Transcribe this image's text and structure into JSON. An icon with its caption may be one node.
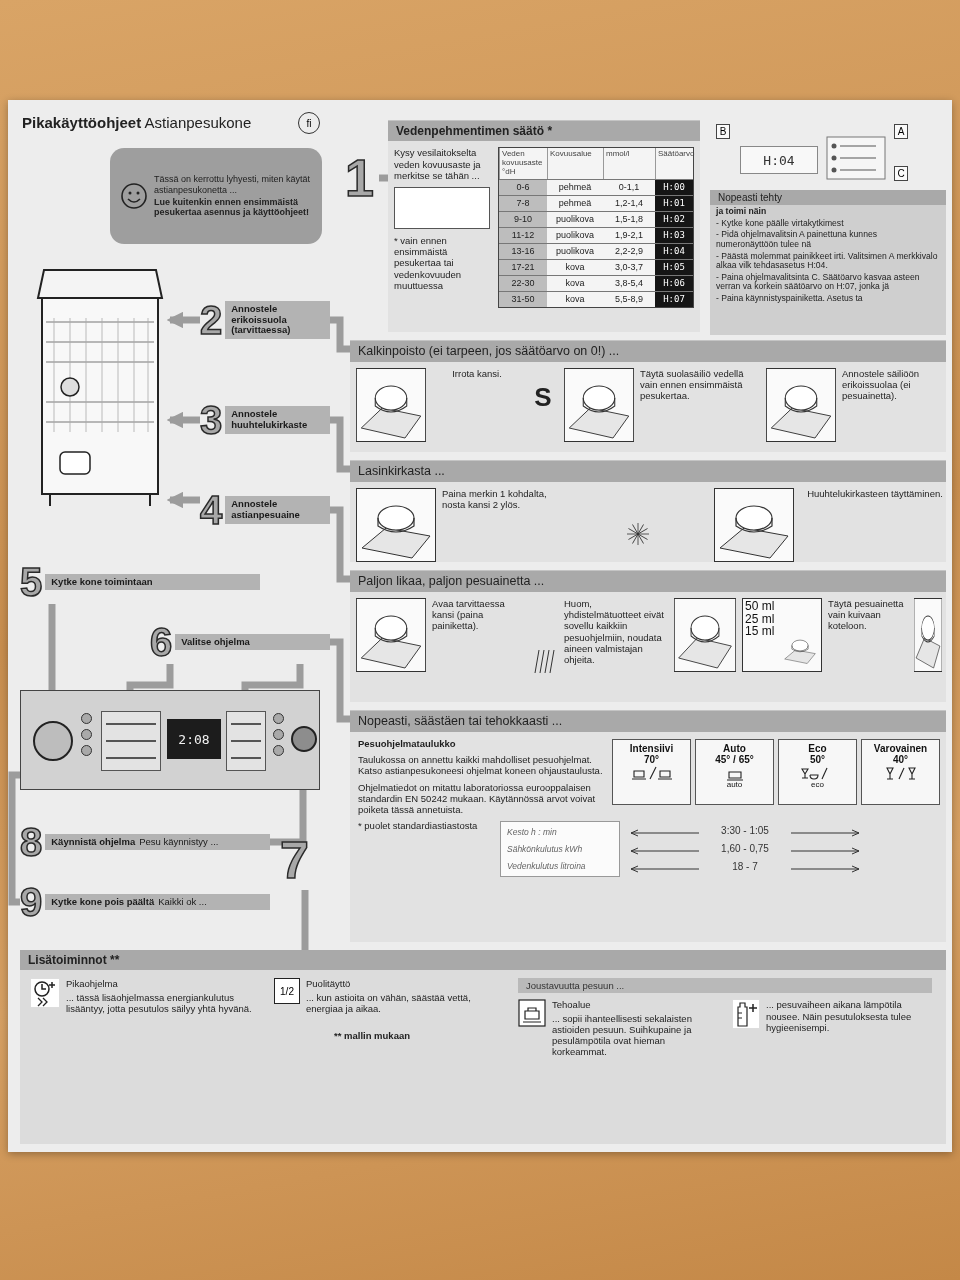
{
  "diagram": {
    "title": "**Pikakäyttöohjeet** Astianpesukone",
    "nodes": [
      {
        "text": [
          "Tässä on kerrottu lyhyesti, miten käytät astianpesukonetta ...",
          "Lue kuitenkin ennen ensimmäistä pesukertaa asennus ja käyttöohjeet!"
        ]
      },
      {
        "text": [],
        "shape": "picture"
      },
      {
        "text": [
          "2",
          "Annostele erikoissuola (tarvittaessa)"
        ]
      },
      {
        "text": [
          "3",
          "Annostele huuhtelukirkaste"
        ]
      },
      {
        "text": [
          "4",
          "Annostele astianpesuaine"
        ]
      },
      {
        "text": [
          "5",
          "Kytke kone toimintaan"
        ]
      },
      {
        "text": [
          "6",
          "Valitse ohjelma"
        ]
      },
      {
        "text": [],
        "shape": "picture"
      },
      {
        "text": [],
        "shape": "circle",
        "in": 7
      },
      {
        "text": [],
        "shape": "box",
        "in": 7
      },
      {
        "text": [],
        "shape": "box",
        "in": 7
      },
      {
        "text": [],
        "shape": "circle",
        "in": 7
      },
      {
        "text": [
          "8",
          "Käynnistä ohjelma",
          "Pesu käynnistyy ..."
        ]
      },
      {
        "text": [
          "9",
          "Kytke kone pois päältä",
          "Kaikki ok ..."
        ]
      },
      {
        "text": [
          "7"
        ]
      },
      {
        "text": [
          "1"
        ]
      },
      {
        "text": [
          "Vedenpehmentimen säätö *",
          "Kysy vesilaitokselta veden kovuusaste ja merkitse se tähän ...",
          "* vain ennen ensimmäistä pesukertaa tai vedenkovuuden muuttuessa"
        ]
      },
      {
        "text": [
          "Nopeasti tehty",
          "ja toimi näin",
          "- Kytke kone päälle virtakytkimest",
          "- Pidä ohjelmavalitsin A painettuna kunnes numeronäyttöön tulee nä",
          "- Päästä molemmat painikkeet irti. Valitsimen A merkkivalo alkaa vilk tehdasasetus H:04.",
          "- Paina ohjelmavalitsinta C. Säätöarvo kasvaa asteen verran va korkein säätöarvo on H:07, jonka jä",
          "- Paina käynnistyspainiketta. Asetus ta"
        ]
      },
      {
        "text": [
          "Kalkinpoisto (ei tarpeen, jos säätöarvo on 0!) ...",
          "Irrota kansi.",
          "Täytä suolasäiliö vedellä vain ennen ensimmäistä pesukertaa.",
          "Annostele säiliöön erikoissuolaa (ei pesuainetta)."
        ]
      },
      {
        "text": [
          "Lasinkirkasta ...",
          "Paina merkin 1 kohdalta, nosta kansi 2 ylös.",
          "Huuhtelukirkasteen täyttäminen."
        ]
      },
      {
        "text": [
          "Paljon likaa, paljon pesuainetta ...",
          "Avaa tarvittaessa kansi (paina painiketta).",
          "Huom, yhdistelmätuotteet eivät sovellu kaikkiin pesuohjelmiin, noudata aineen valmistajan ohjeita.",
          "Täytä pesuainetta vain kuivaan koteloon."
        ]
      },
      {
        "text": [
          "Nopeasti, säästäen tai tehokkaasti ...",
          "Pesuohjelmataulukko",
          "Taulukossa on annettu kaikki mahdolliset pesuohjelmat. Katso astianpesukoneesi ohjelmat koneen ohjaustaulusta.",
          "Ohjelmatiedot on mitattu laboratoriossa eurooppalaisen standardin EN 50242 mukaan. Käytännössä arvot voivat poiketa tässä annetuista.",
          "* puolet standardiastiastosta"
        ]
      },
      {
        "text": [
          "Intensiivi",
          "70°"
        ],
        "in": 21
      },
      {
        "text": [
          "Auto",
          "45° / 65°",
          "auto"
        ],
        "in": 21
      },
      {
        "text": [
          "Eco",
          "50°",
          "eco"
        ],
        "in": 21
      },
      {
        "text": [
          "Varovainen",
          "40°"
        ],
        "in": 21
      },
      {
        "text": [
          "Lisätoiminnot **",
          "Pikaohjelma",
          "... tässä lisäohjelmassa energiankulutus lisääntyy, jotta pesutulos säilyy yhtä hyvänä.",
          "Puolitäyttö",
          "... kun astioita on vähän, säästää vettä, energiaa ja aikaa.",
          "Joustavuutta pesuun ...",
          "Tehoalue",
          "... sopii ihanteellisesti sekalaisten astioiden pesuun. Suihkupaine ja pesulämpötila ovat hieman korkeammat.",
          "... pesuvaiheen aikana lämpötila nousee. Näin pesutuloksesta tulee hygieenisempi."
        ]
      }
    ],
    "edges": [
      {
        "from": 2,
        "to": 1,
        "arrow": "to"
      },
      {
        "from": 3,
        "to": 1,
        "arrow": "to"
      },
      {
        "from": 4,
        "to": 1,
        "arrow": "to"
      },
      {
        "from": 5,
        "to": 8,
        "arrow": "to"
      },
      {
        "from": 6,
        "to": 9,
        "arrow": "to"
      },
      {
        "from": 6,
        "to": 10,
        "arrow": "to"
      },
      {
        "from": 12,
        "to": 11,
        "arrow": "to"
      },
      {
        "from": 13,
        "to": 8,
        "arrow": "to"
      },
      {
        "from": 15,
        "to": 16,
        "arrow": "none"
      },
      {
        "from": 2,
        "to": 18,
        "arrow": "none"
      },
      {
        "from": 3,
        "to": 19,
        "arrow": "none"
      },
      {
        "from": 4,
        "to": 20,
        "arrow": "none"
      },
      {
        "from": 6,
        "to": 21,
        "arrow": "none"
      },
      {
        "from": 14,
        "to": 26,
        "arrow": "none"
      }
    ],
    "labels": [
      "fi",
      "Veden kovuusaste °dH",
      "Kovuusalue",
      "mmol/l",
      "Säätöarvo",
      "0-6",
      "pehmeä",
      "0-1,1",
      "H:00",
      "7-8",
      "pehmeä",
      "1,2-1,4",
      "H:01",
      "9-10",
      "puolikova",
      "1,5-1,8",
      "H:02",
      "11-12",
      "puolikova",
      "1,9-2,1",
      "H:03",
      "13-16",
      "puolikova",
      "2,2-2,9",
      "H:04",
      "17-21",
      "kova",
      "3,0-3,7",
      "H:05",
      "22-30",
      "kova",
      "3,8-5,4",
      "H:06",
      "31-50",
      "kova",
      "5,5-8,9",
      "H:07",
      "B",
      "H:04",
      "A",
      "C",
      "S",
      "50 ml",
      "25 ml",
      "15 ml",
      "Kesto h : min",
      "Sähkönkulutus kWh",
      "Vedenkulutus litroina",
      "3:30 - 1:05",
      "1,60 - 0,75",
      "18 - 7",
      "** mallin mukaan",
      "2:08",
      "1/2"
    ]
  }
}
